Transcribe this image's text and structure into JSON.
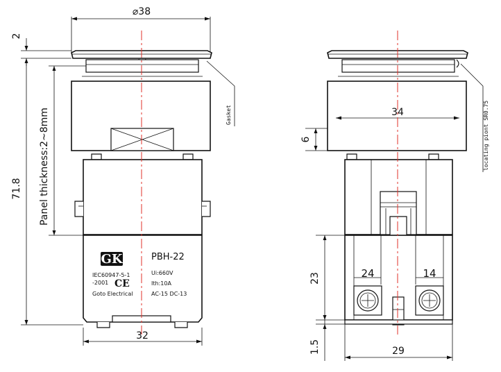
{
  "dimensions": {
    "diameter": "⌀38",
    "cap_thickness": "2",
    "overall_height": "71.8",
    "panel_thickness": "Panel thickness:2~8mm",
    "base_width_front": "32",
    "body_width_side": "34",
    "guide_height": "6",
    "terminal_height": "23",
    "base_offset": "1.5",
    "base_width_side": "29"
  },
  "callouts": {
    "gasket": "Gasket",
    "locating_point": "locating piont SR0.75"
  },
  "nameplate": {
    "brand": "GK",
    "model": "PBH-22",
    "standard_line1": "IEC60947-5-1",
    "standard_line2": "-2001",
    "ce_mark": "CE",
    "maker": "Goto Electrical",
    "voltage": "Ui:660V",
    "current": "Ith:10A",
    "category": "AC-15   DC-13"
  },
  "terminals": {
    "left": "24",
    "right": "14"
  },
  "colors": {
    "line": "#111111",
    "centerline": "#e0302a",
    "background": "#ffffff"
  }
}
